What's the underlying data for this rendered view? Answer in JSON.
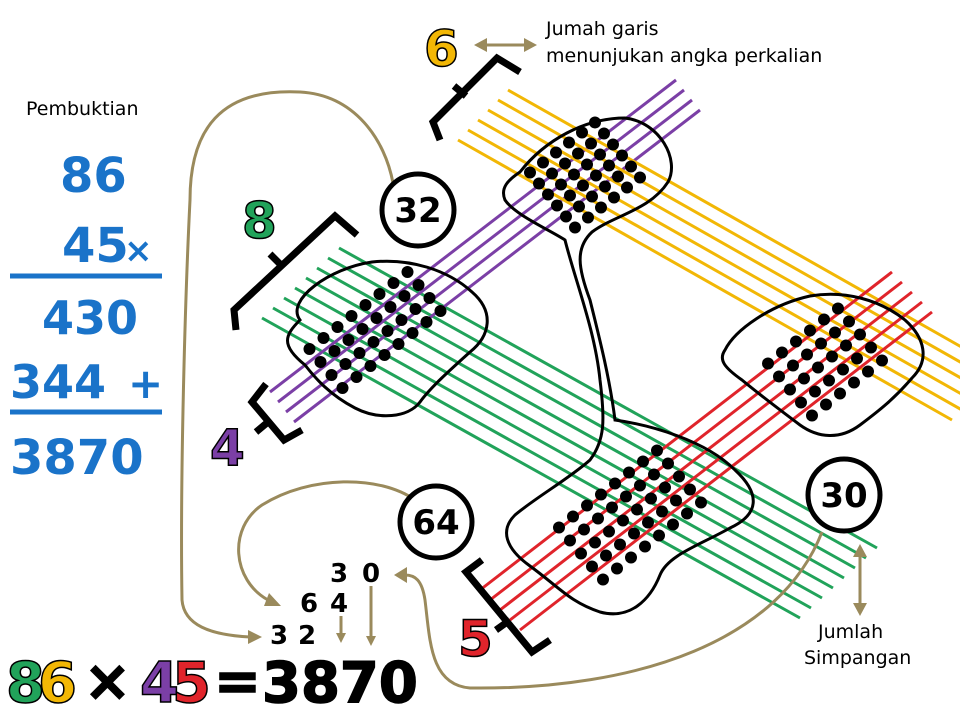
{
  "proof": {
    "title": "Pembuktian",
    "top": "86",
    "second": "45",
    "times_sign": "×",
    "partial1": "430",
    "partial2": "344",
    "plus_sign": "+",
    "result": "3870"
  },
  "labels": {
    "six": "6",
    "eight": "8",
    "four": "4",
    "five": "5",
    "garis_line1": "Jumah garis",
    "garis_line2": "menunjukan angka perkalian",
    "simpangan_line1": "Jumlah",
    "simpangan_line2": "Simpangan"
  },
  "circles": {
    "c32": "32",
    "c64": "64",
    "c30": "30"
  },
  "sum_digits": {
    "r1_a": "3",
    "r1_b": "0",
    "r2_a": "6",
    "r2_b": "4",
    "r3_a": "3",
    "r3_b": "2"
  },
  "equation": {
    "d8": "8",
    "d6": "6",
    "times": "×",
    "d4": "4",
    "d5": "5",
    "equals": "=",
    "result": "3870"
  },
  "colors": {
    "eight": "#21a35a",
    "six": "#f2b705",
    "four": "#7b3fa6",
    "five": "#e0242b",
    "proof": "#1a73c9",
    "arrow": "#9a8a5c"
  }
}
